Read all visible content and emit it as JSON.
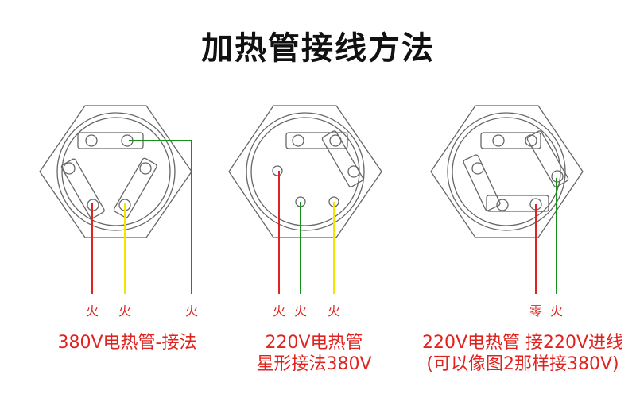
{
  "title": "加热管接线方法",
  "colors": {
    "red": "#e0231f",
    "yellow": "#f2e600",
    "green": "#1a8d1a",
    "outline": "#555555"
  },
  "diagrams": [
    {
      "labels": [
        "火",
        "火",
        "火"
      ],
      "caption_lines": [
        "380V电热管-接法"
      ]
    },
    {
      "labels": [
        "火",
        "火",
        "火"
      ],
      "caption_lines": [
        "220V电热管",
        "星形接法380V"
      ]
    },
    {
      "labels": [
        "零",
        "火"
      ],
      "caption_lines": [
        "220V电热管 接220V进线",
        "(可以像图2那样接380V)"
      ]
    }
  ]
}
